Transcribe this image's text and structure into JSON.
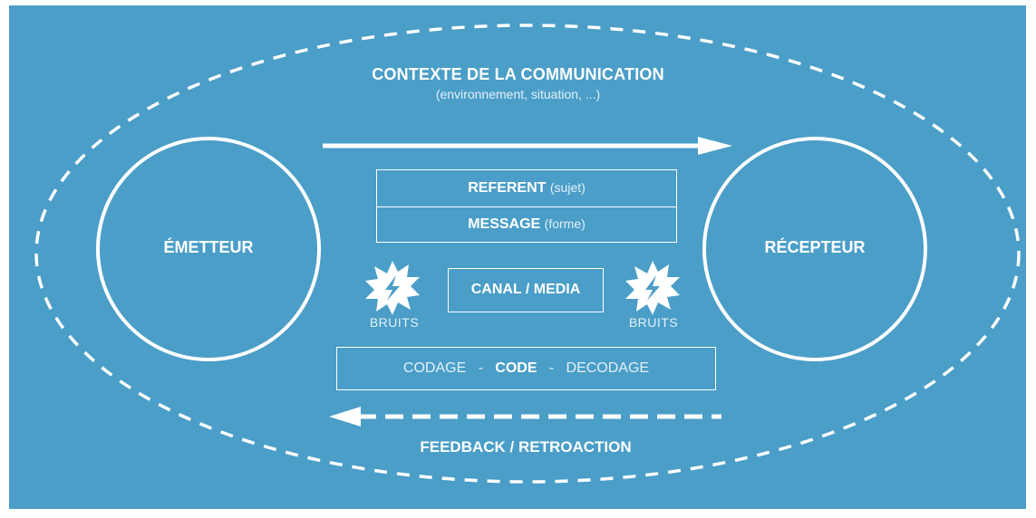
{
  "diagram": {
    "title": "CONTEXTE DE LA COMMUNICATION",
    "subtitle": "(environnement, situation, ...)",
    "sender": "ÉMETTEUR",
    "receiver": "RÉCEPTEUR",
    "referent": {
      "label": "REFERENT",
      "detail": "(sujet)"
    },
    "message": {
      "label": "MESSAGE",
      "detail": "(forme)"
    },
    "channel": "CANAL / MEDIA",
    "noise_left": "BRUITS",
    "noise_right": "BRUITS",
    "code_row": {
      "left": "CODAGE",
      "sep1": "-",
      "center": "CODE",
      "sep2": "-",
      "right": "DECODAGE"
    },
    "feedback": "FEEDBACK / RETROACTION"
  },
  "colors": {
    "background": "#4a9ec8",
    "foreground": "#ffffff"
  },
  "icons": {
    "noise": "lightning-burst-icon",
    "forward": "arrow-right-icon",
    "feedback": "dashed-arrow-left-icon"
  }
}
